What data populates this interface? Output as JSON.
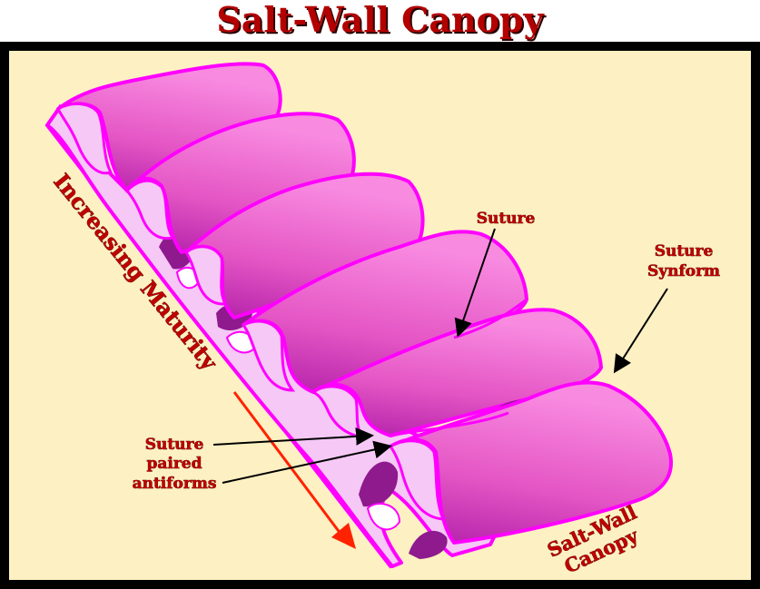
{
  "title": "Salt-Wall Canopy",
  "labels": {
    "increasing_maturity": "Increasing Maturity",
    "suture": "Suture",
    "suture_synform_1": "Suture",
    "suture_synform_2": "Synform",
    "paired_1": "Suture",
    "paired_2": "paired",
    "paired_3": "antiforms",
    "canopy_1": "Salt-Wall",
    "canopy_2": "Canopy"
  },
  "colors": {
    "background": "#fdf0c2",
    "frame": "#000000",
    "salt_fill": "#ee66cc",
    "salt_outline": "#ff00ff",
    "salt_light": "#f5c8f5",
    "salt_dark": "#9a1a9a",
    "label_red": "#c00000",
    "arrow_red": "#ff2200"
  }
}
